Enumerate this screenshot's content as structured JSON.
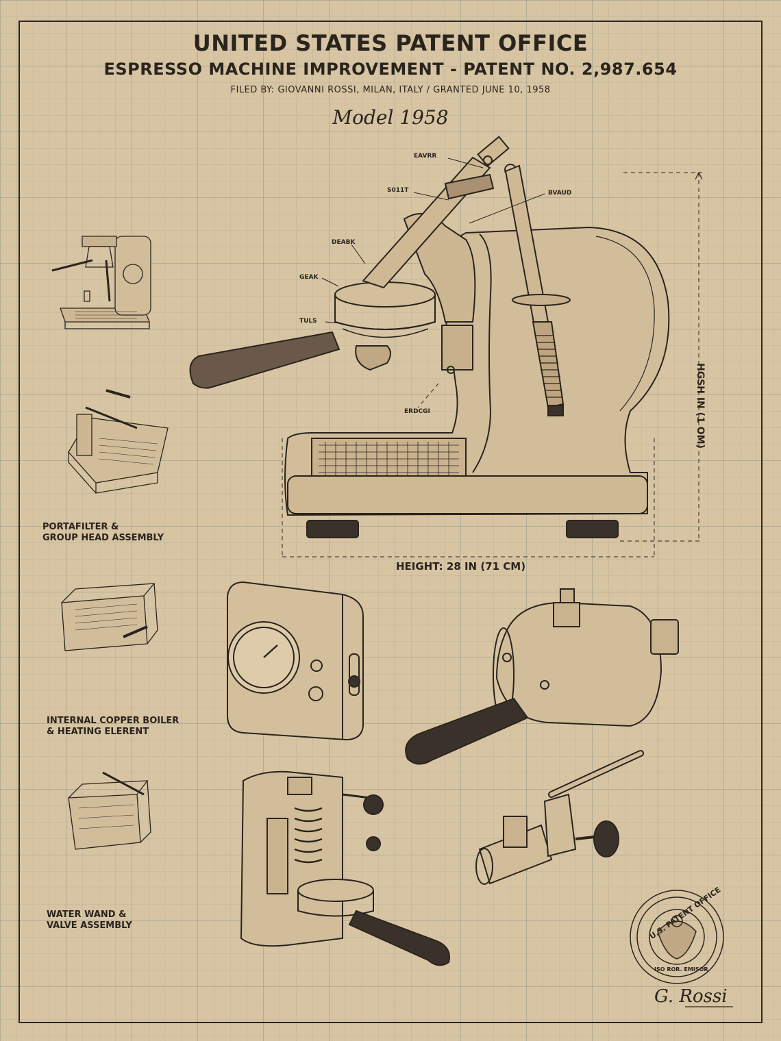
{
  "header": {
    "office": "UNITED STATES PATENT OFFICE",
    "title": "ESPRESSO MACHINE IMPROVEMENT - PATENT NO. 2,987.654",
    "filing": "FILED BY: GIOVANNI ROSSI, MILAN, ITALY / GRANTED JUNE 10, 1958",
    "model": "Model 1958"
  },
  "main_labels": [
    "EAVRR",
    "S011T",
    "BVAUD",
    "DEABK",
    "GEAK",
    "TULS",
    "ERDCGI"
  ],
  "dimensions": {
    "height": "HEIGHT: 28 IN (71 CM)",
    "vertical": "HGSH IN (1 OM)"
  },
  "captions": {
    "portafilter_line1": "PORTAFILTER &",
    "portafilter_line2": "GROUP HEAD ASSEMBLY",
    "boiler_line1": "INTERNAL COPPER BOILER",
    "boiler_line2": "& HEATING ELERENT",
    "wand_line1": "WATER WAND &",
    "wand_line2": "VALVE ASSEMBLY"
  },
  "seal": {
    "text": "U.S. PATENT OFFICE",
    "bottom": "ISO ROR. EMISOR"
  },
  "signature": "G. Rossi",
  "colors": {
    "paper": "#d7c4a3",
    "ink": "#2a241d",
    "grid": "#5c7678"
  }
}
